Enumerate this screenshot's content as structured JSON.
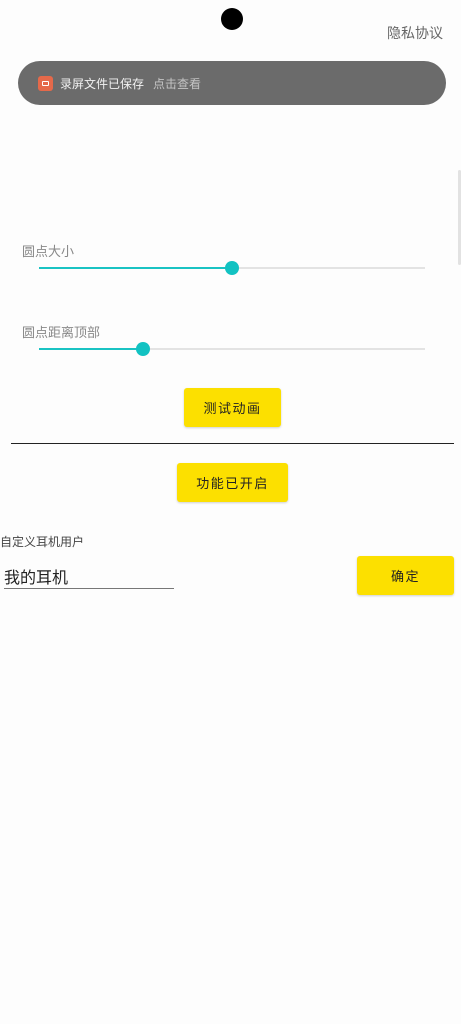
{
  "header": {
    "privacy_link": "隐私协议"
  },
  "toast": {
    "icon": "screen-record-icon",
    "message": "录屏文件已保存",
    "action": "点击查看",
    "background": "#6b6b6b",
    "icon_color": "#e5694a"
  },
  "sliders": {
    "dot_size": {
      "label": "圆点大小",
      "value_fraction": 0.5
    },
    "dot_distance": {
      "label": "圆点距离顶部",
      "value_fraction": 0.27
    }
  },
  "buttons": {
    "test_animation": "测试动画",
    "feature_toggle": "功能已开启",
    "confirm": "确定"
  },
  "custom_earphone": {
    "label": "自定义耳机用户",
    "value": "我的耳机"
  },
  "colors": {
    "accent": "#12c2c2",
    "button": "#fce000"
  }
}
